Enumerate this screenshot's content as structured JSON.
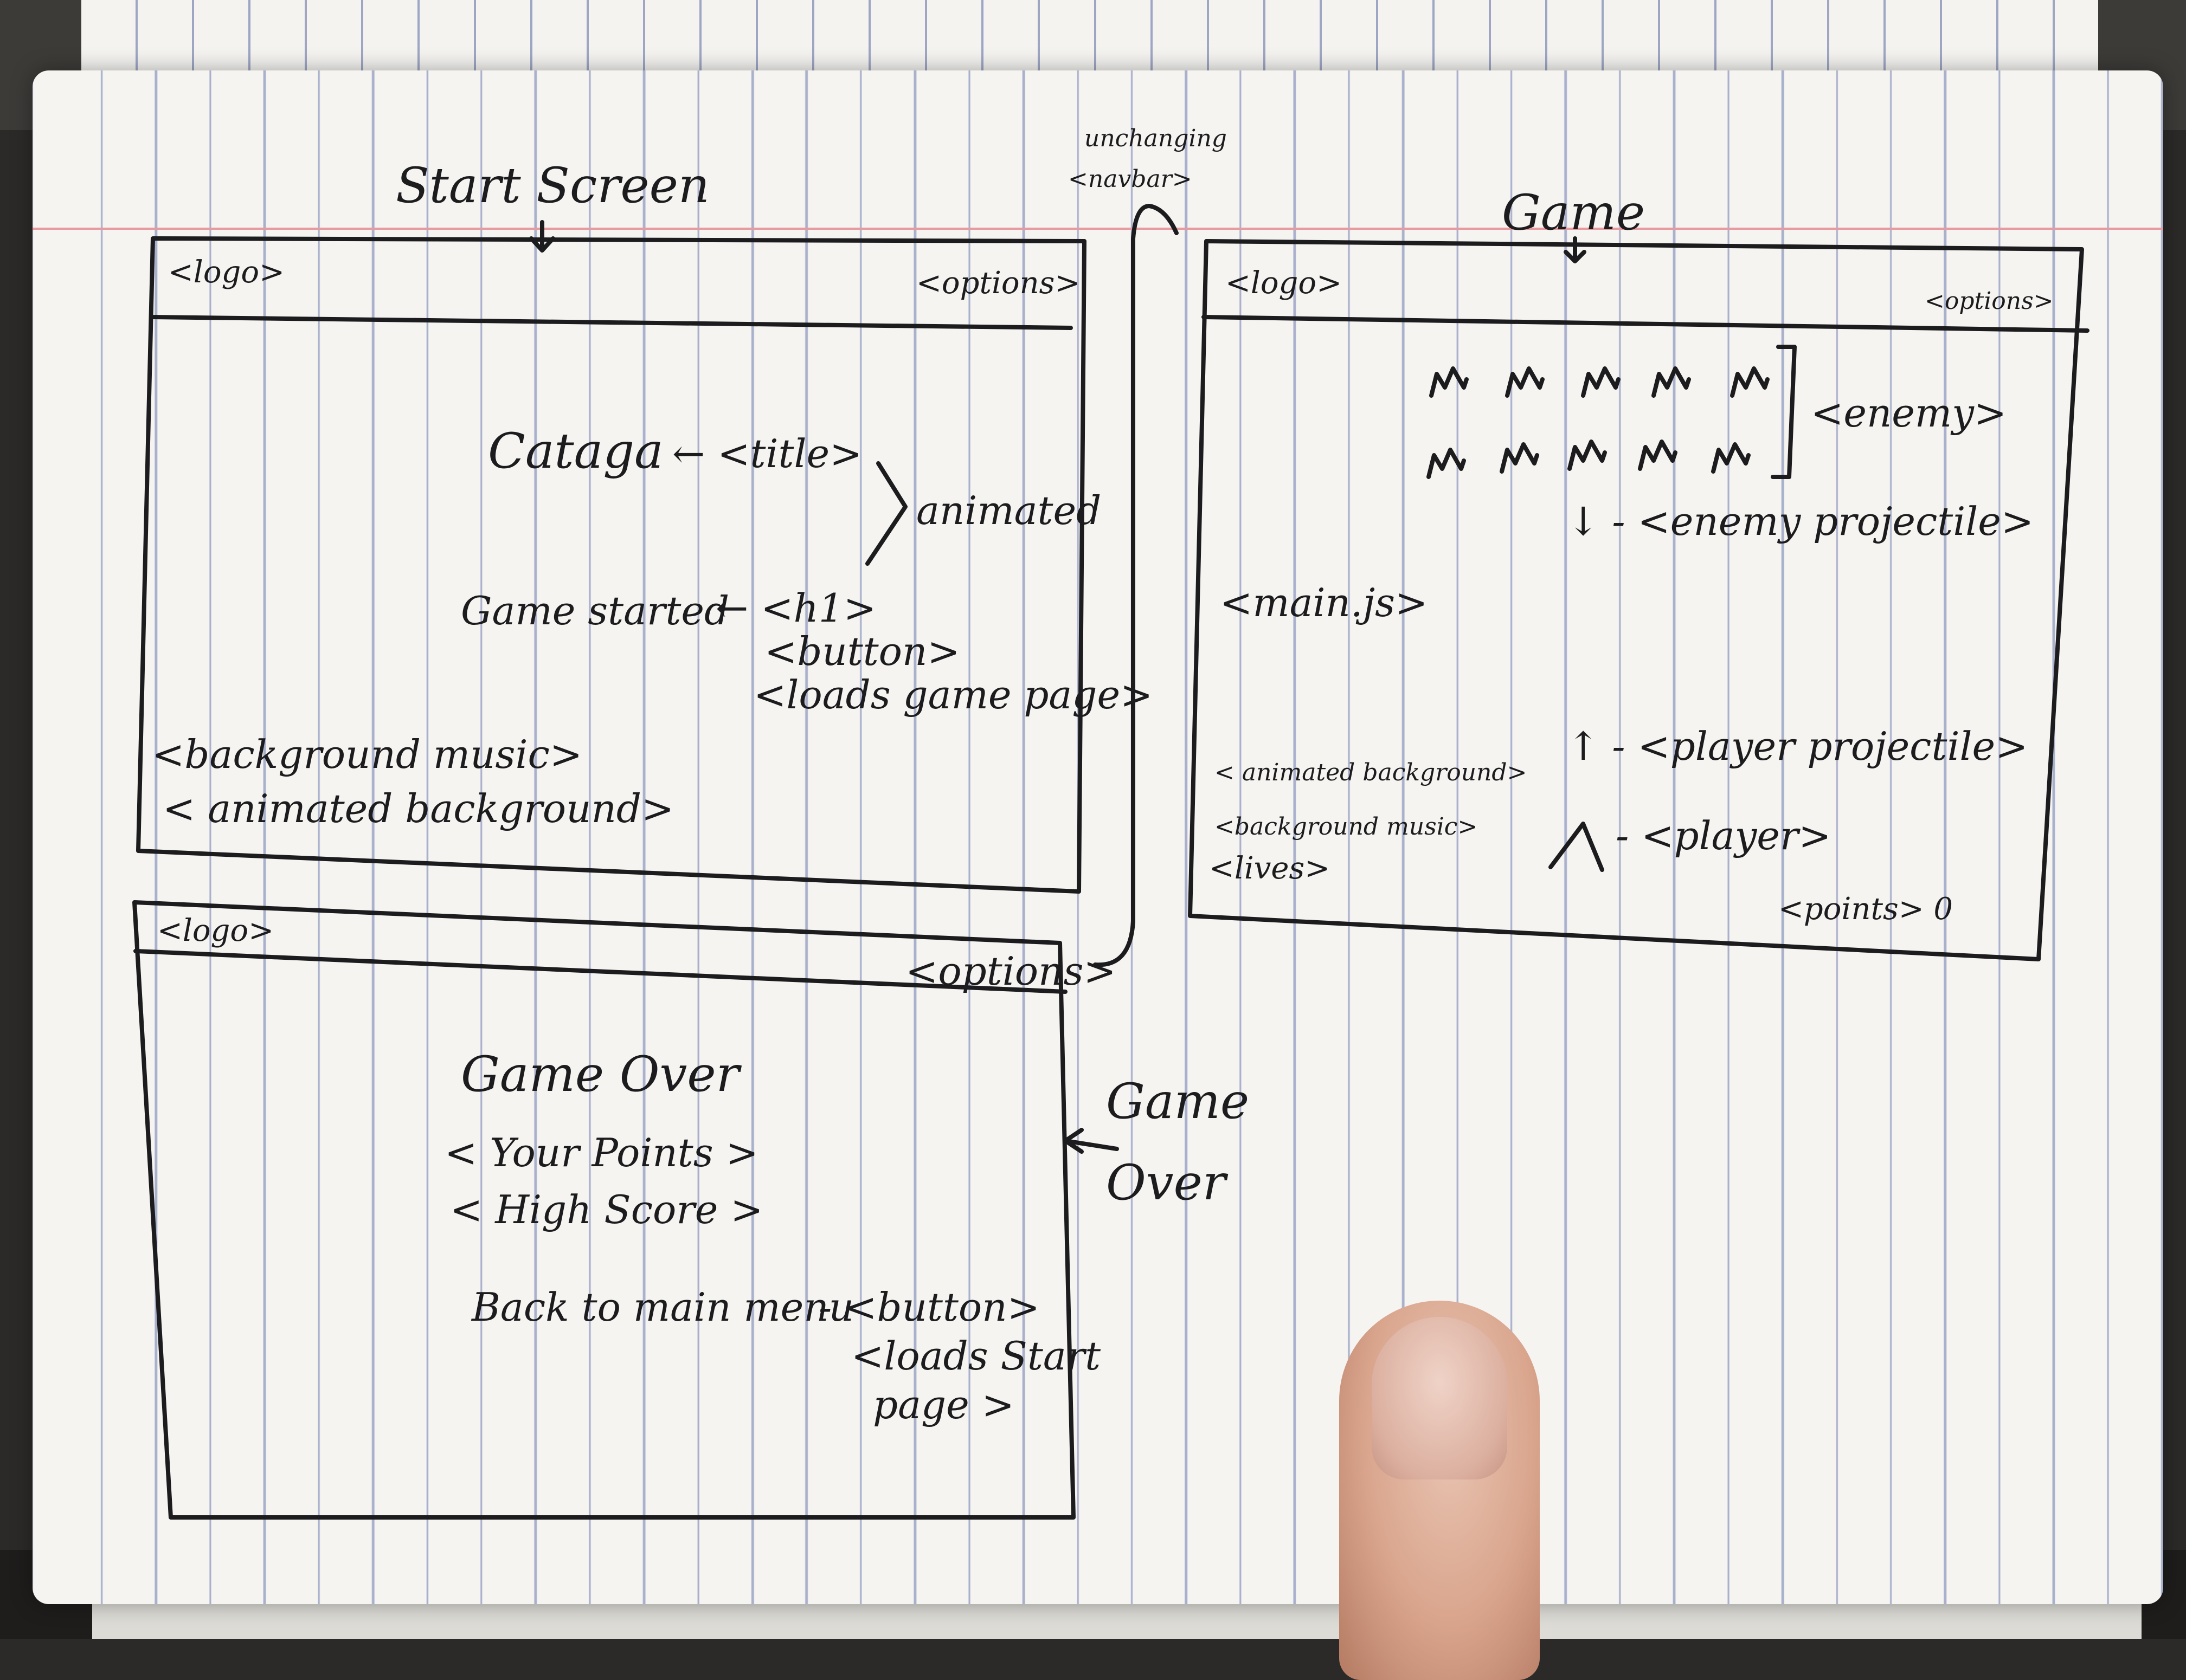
{
  "start_screen": {
    "heading": "Start Screen",
    "logo": "<logo>",
    "options": "<options>",
    "title_text": "Cataga",
    "title_tag": "← <title>",
    "animated_note": "animated",
    "start_text": "Game started",
    "start_tags": [
      "← <h1>",
      "<button>",
      "<loads game page>"
    ],
    "background_music": "<background music>",
    "animated_background": "< animated background>"
  },
  "navbar_note": {
    "line1": "unchanging",
    "line2": "<navbar>"
  },
  "game": {
    "heading": "Game",
    "logo": "<logo>",
    "options": "<options>",
    "enemy_label": "<enemy>",
    "enemy_projectile": "↓ - <enemy projectile>",
    "main_js": "<main.js>",
    "animated_bg": "< animated background>",
    "background_music": "<background music>",
    "lives": "<lives>",
    "player_projectile": "↑ - <player projectile>",
    "player": "- <player>",
    "points": "<points> 0",
    "enemy_rows": [
      5,
      5
    ]
  },
  "game_over": {
    "heading_line1": "Game",
    "heading_line2": "Over",
    "logo": "<logo>",
    "options": "<options>",
    "title": "Game Over",
    "your_points": "< Your Points >",
    "high_score": "< High Score >",
    "back_button": "Back to main menu",
    "back_tags": [
      "- <button>",
      "<loads Start",
      "page >"
    ]
  }
}
